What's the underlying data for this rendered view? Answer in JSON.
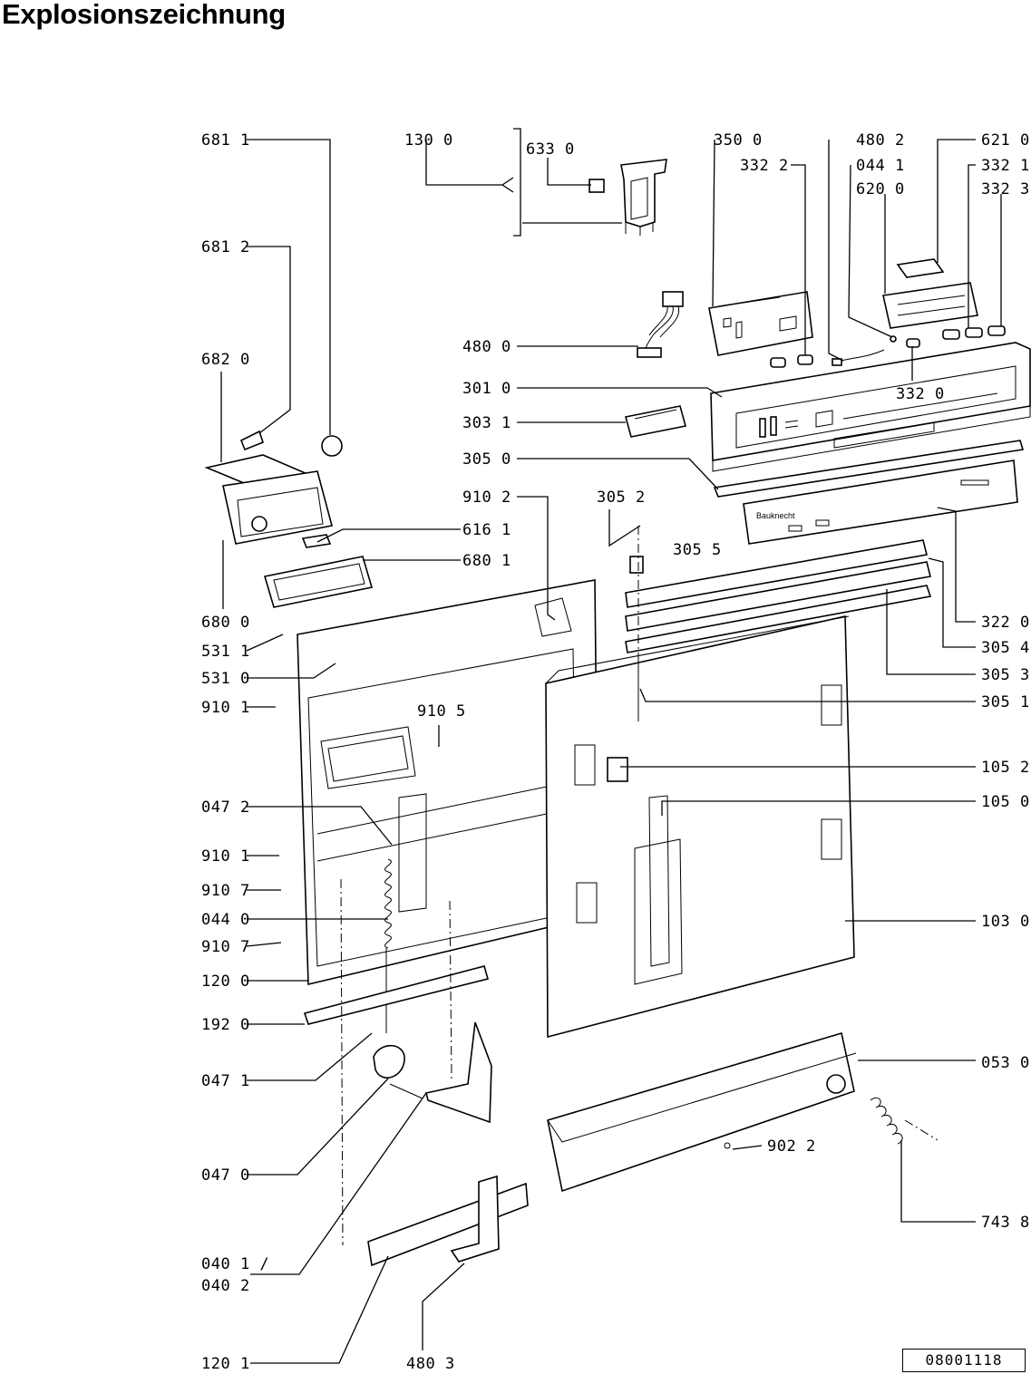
{
  "title": "Explosionszeichnung",
  "document_number": "08001118",
  "brand_mark": "Bauknecht",
  "part_labels": [
    {
      "id": "681-1",
      "text": "681 1"
    },
    {
      "id": "130-0",
      "text": "130 0"
    },
    {
      "id": "633-0",
      "text": "633 0"
    },
    {
      "id": "350-0",
      "text": "350 0"
    },
    {
      "id": "332-2",
      "text": "332 2"
    },
    {
      "id": "480-2",
      "text": "480 2"
    },
    {
      "id": "044-1",
      "text": "044 1"
    },
    {
      "id": "620-0",
      "text": "620 0"
    },
    {
      "id": "621-0",
      "text": "621 0"
    },
    {
      "id": "332-1",
      "text": "332 1"
    },
    {
      "id": "332-3",
      "text": "332 3"
    },
    {
      "id": "681-2",
      "text": "681 2"
    },
    {
      "id": "480-0",
      "text": "480 0"
    },
    {
      "id": "682-0",
      "text": "682 0"
    },
    {
      "id": "301-0",
      "text": "301 0"
    },
    {
      "id": "332-0",
      "text": "332 0"
    },
    {
      "id": "303-1",
      "text": "303 1"
    },
    {
      "id": "305-0",
      "text": "305 0"
    },
    {
      "id": "910-2",
      "text": "910 2"
    },
    {
      "id": "305-2",
      "text": "305 2"
    },
    {
      "id": "616-1",
      "text": "616 1"
    },
    {
      "id": "305-5",
      "text": "305 5"
    },
    {
      "id": "680-1",
      "text": "680 1"
    },
    {
      "id": "680-0",
      "text": "680 0"
    },
    {
      "id": "322-0",
      "text": "322 0"
    },
    {
      "id": "531-1",
      "text": "531 1"
    },
    {
      "id": "305-4",
      "text": "305 4"
    },
    {
      "id": "531-0",
      "text": "531 0"
    },
    {
      "id": "305-3",
      "text": "305 3"
    },
    {
      "id": "910-1a",
      "text": "910 1"
    },
    {
      "id": "910-5",
      "text": "910 5"
    },
    {
      "id": "305-1",
      "text": "305 1"
    },
    {
      "id": "105-2",
      "text": "105 2"
    },
    {
      "id": "105-0",
      "text": "105 0"
    },
    {
      "id": "047-2",
      "text": "047 2"
    },
    {
      "id": "910-1b",
      "text": "910 1"
    },
    {
      "id": "910-7a",
      "text": "910 7"
    },
    {
      "id": "044-0",
      "text": "044 0"
    },
    {
      "id": "103-0",
      "text": "103 0"
    },
    {
      "id": "910-7b",
      "text": "910 7"
    },
    {
      "id": "120-0",
      "text": "120 0"
    },
    {
      "id": "192-0",
      "text": "192 0"
    },
    {
      "id": "053-0",
      "text": "053 0"
    },
    {
      "id": "047-1",
      "text": "047 1"
    },
    {
      "id": "902-2",
      "text": "902 2"
    },
    {
      "id": "047-0",
      "text": "047 0"
    },
    {
      "id": "743-8",
      "text": "743 8"
    },
    {
      "id": "040-1",
      "text": "040 1 /"
    },
    {
      "id": "040-2",
      "text": "040 2"
    },
    {
      "id": "120-1",
      "text": "120 1"
    },
    {
      "id": "480-3",
      "text": "480 3"
    }
  ]
}
